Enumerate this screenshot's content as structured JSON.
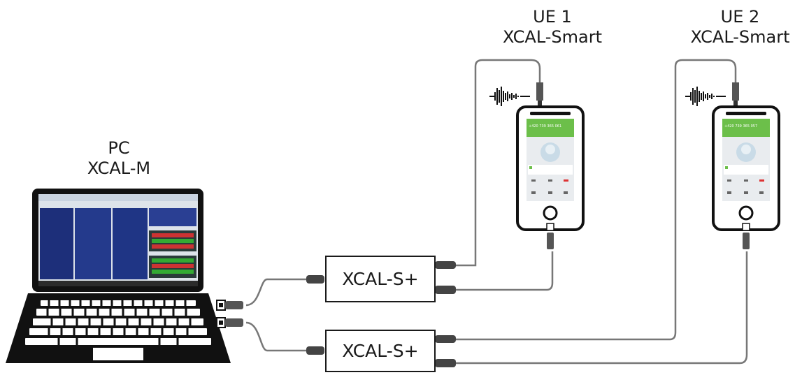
{
  "labels": {
    "pc": {
      "line1": "PC",
      "line2": "XCAL-M"
    },
    "ue1": {
      "line1": "UE 1",
      "line2": "XCAL-Smart"
    },
    "ue2": {
      "line1": "UE 2",
      "line2": "XCAL-Smart"
    }
  },
  "devices": {
    "scanner_top": "XCAL-S+",
    "scanner_bottom": "XCAL-S+"
  },
  "phone_screen": {
    "ue1_number": "+420 739 365 061",
    "ue2_number": "+420 739 365 057"
  },
  "icons": [
    "laptop-icon",
    "usb-plug-icon",
    "smartphone-icon",
    "audio-waveform-icon",
    "audio-jack-icon"
  ],
  "colors": {
    "line": "#1a1a1a",
    "cable": "#777777",
    "phone_green": "#6cbf4a"
  }
}
